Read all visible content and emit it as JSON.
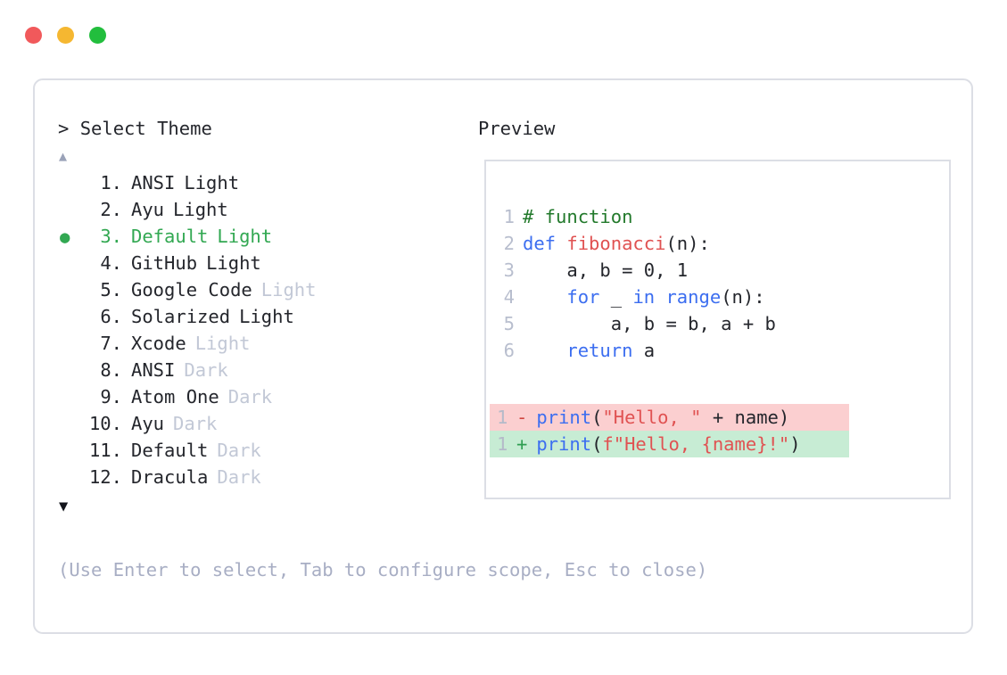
{
  "window": {
    "traffic_lights": [
      {
        "name": "close",
        "color": "#f1595b"
      },
      {
        "name": "minimize",
        "color": "#f5b731"
      },
      {
        "name": "zoom",
        "color": "#22be3d"
      }
    ]
  },
  "prompt": {
    "marker": "> ",
    "title": "Select Theme"
  },
  "preview": {
    "title": "Preview"
  },
  "scroll": {
    "up_arrow": "▲",
    "down_arrow": "▼"
  },
  "selection": {
    "bullet": "●",
    "selected_index": 3,
    "accent_color": "#32a852"
  },
  "themes": [
    {
      "index": "1.",
      "name": "ANSI",
      "suffix": "Light",
      "muted_suffix": false,
      "selected": false
    },
    {
      "index": "2.",
      "name": "Ayu",
      "suffix": "Light",
      "muted_suffix": false,
      "selected": false
    },
    {
      "index": "3.",
      "name": "Default",
      "suffix": "Light",
      "muted_suffix": false,
      "selected": true
    },
    {
      "index": "4.",
      "name": "GitHub",
      "suffix": "Light",
      "muted_suffix": false,
      "selected": false
    },
    {
      "index": "5.",
      "name": "Google Code",
      "suffix": "Light",
      "muted_suffix": true,
      "selected": false
    },
    {
      "index": "6.",
      "name": "Solarized",
      "suffix": "Light",
      "muted_suffix": false,
      "selected": false
    },
    {
      "index": "7.",
      "name": "Xcode",
      "suffix": "Light",
      "muted_suffix": true,
      "selected": false
    },
    {
      "index": "8.",
      "name": "ANSI",
      "suffix": "Dark",
      "muted_suffix": true,
      "selected": false
    },
    {
      "index": "9.",
      "name": "Atom One",
      "suffix": "Dark",
      "muted_suffix": true,
      "selected": false
    },
    {
      "index": "10.",
      "name": "Ayu",
      "suffix": "Dark",
      "muted_suffix": true,
      "selected": false
    },
    {
      "index": "11.",
      "name": "Default",
      "suffix": "Dark",
      "muted_suffix": true,
      "selected": false
    },
    {
      "index": "12.",
      "name": "Dracula",
      "suffix": "Dark",
      "muted_suffix": true,
      "selected": false
    }
  ],
  "code": {
    "lines": [
      {
        "n": "1",
        "tokens": [
          {
            "t": "# function",
            "k": "comment"
          }
        ]
      },
      {
        "n": "2",
        "tokens": [
          {
            "t": "def ",
            "k": "kw"
          },
          {
            "t": "fibonacci",
            "k": "fn"
          },
          {
            "t": "(n):",
            "k": "plain"
          }
        ]
      },
      {
        "n": "3",
        "tokens": [
          {
            "t": "    a, b = 0, 1",
            "k": "plain"
          }
        ]
      },
      {
        "n": "4",
        "tokens": [
          {
            "t": "    ",
            "k": "plain"
          },
          {
            "t": "for",
            "k": "kw"
          },
          {
            "t": " _ ",
            "k": "plain"
          },
          {
            "t": "in",
            "k": "kw"
          },
          {
            "t": " ",
            "k": "plain"
          },
          {
            "t": "range",
            "k": "builtin"
          },
          {
            "t": "(n):",
            "k": "plain"
          }
        ]
      },
      {
        "n": "5",
        "tokens": [
          {
            "t": "        a, b = b, a + b",
            "k": "plain"
          }
        ]
      },
      {
        "n": "6",
        "tokens": [
          {
            "t": "    ",
            "k": "plain"
          },
          {
            "t": "return",
            "k": "kw"
          },
          {
            "t": " a",
            "k": "plain"
          }
        ]
      }
    ]
  },
  "diff": {
    "removed": {
      "line_number": "1",
      "marker": "-",
      "tokens": [
        {
          "t": "print",
          "k": "builtin"
        },
        {
          "t": "(",
          "k": "plain"
        },
        {
          "t": "\"Hello, \"",
          "k": "str"
        },
        {
          "t": " + name)",
          "k": "plain"
        }
      ],
      "bg": "#fbcfd0"
    },
    "added": {
      "line_number": "1",
      "marker": "+",
      "tokens": [
        {
          "t": "print",
          "k": "builtin"
        },
        {
          "t": "(",
          "k": "plain"
        },
        {
          "t": "f\"Hello, {name}!\"",
          "k": "str"
        },
        {
          "t": ")",
          "k": "plain"
        }
      ],
      "bg": "#c7ecd4"
    }
  },
  "hint": {
    "text": "(Use Enter to select, Tab to configure scope, Esc to close)"
  }
}
